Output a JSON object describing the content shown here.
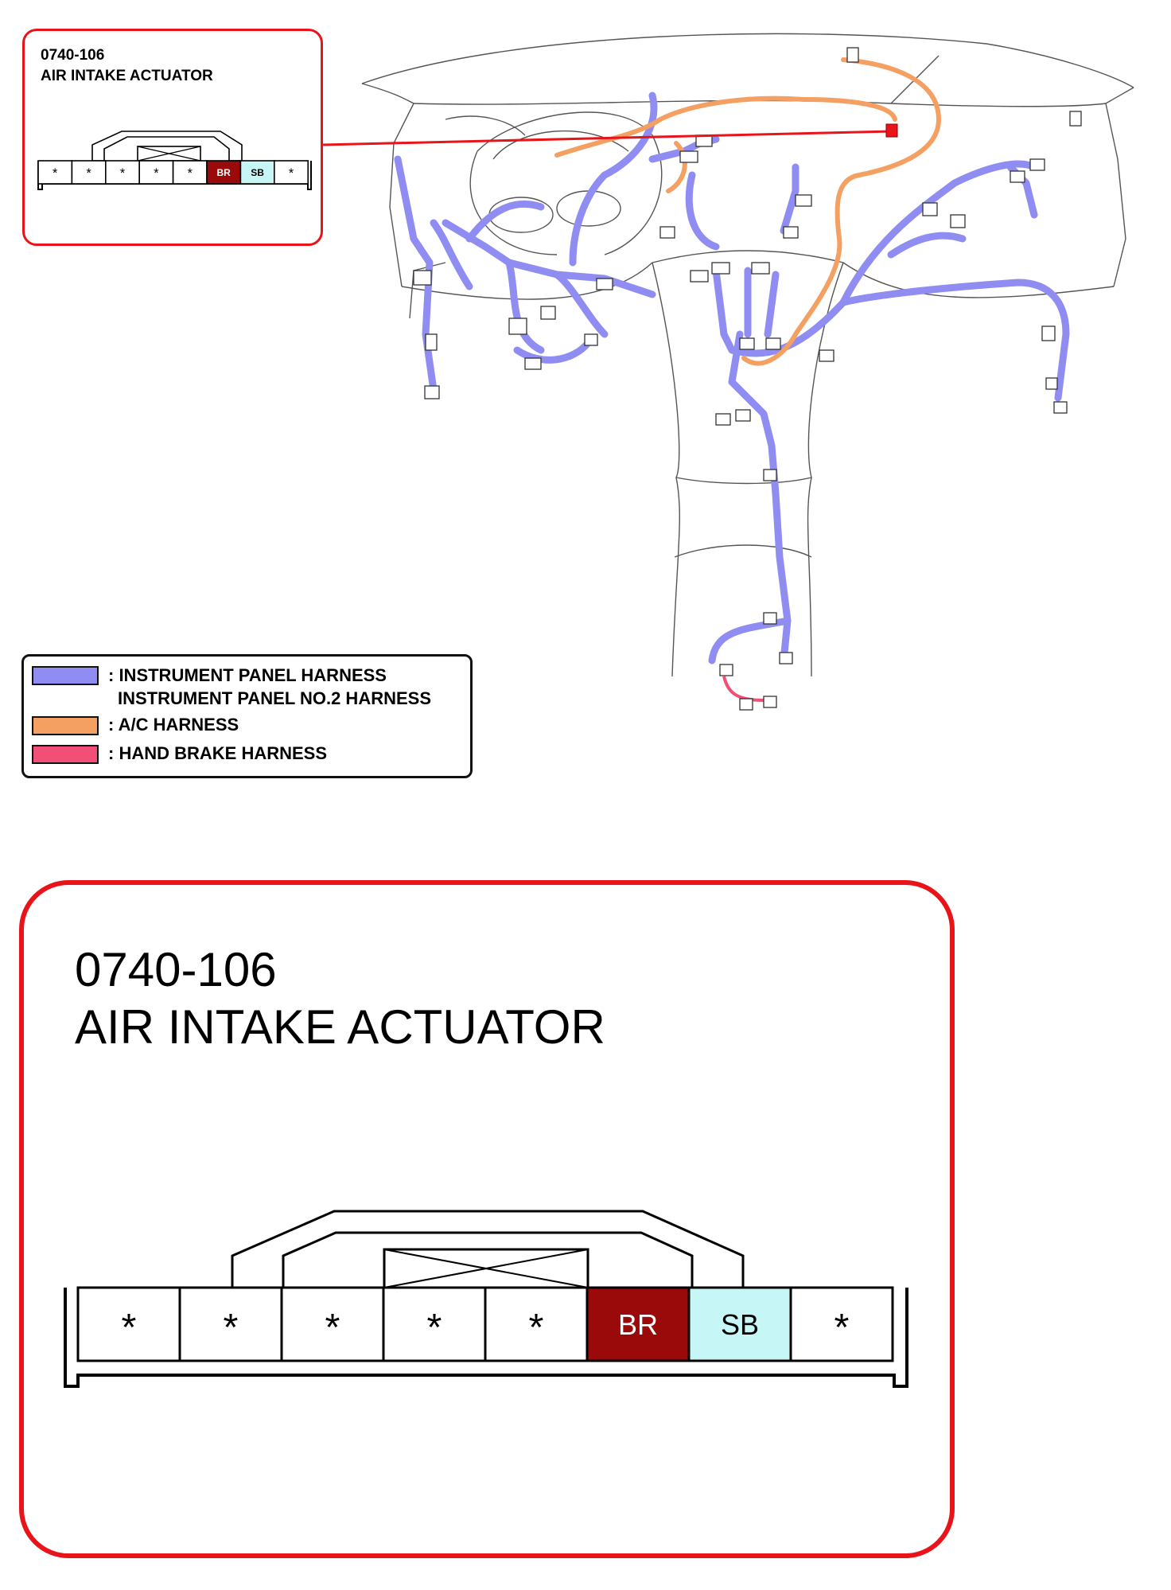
{
  "connector": {
    "code": "0740-106",
    "name": "AIR INTAKE ACTUATOR",
    "pins": [
      {
        "label": "*",
        "color": "#ffffff",
        "text_color": "#000000"
      },
      {
        "label": "*",
        "color": "#ffffff",
        "text_color": "#000000"
      },
      {
        "label": "*",
        "color": "#ffffff",
        "text_color": "#000000"
      },
      {
        "label": "*",
        "color": "#ffffff",
        "text_color": "#000000"
      },
      {
        "label": "*",
        "color": "#ffffff",
        "text_color": "#000000"
      },
      {
        "label": "BR",
        "color": "#9b0a0a",
        "text_color": "#ffffff"
      },
      {
        "label": "SB",
        "color": "#c7f6f6",
        "text_color": "#000000"
      },
      {
        "label": "*",
        "color": "#ffffff",
        "text_color": "#000000"
      }
    ]
  },
  "legend": {
    "items": [
      {
        "lines": [
          ": INSTRUMENT PANEL HARNESS",
          "INSTRUMENT PANEL NO.2 HARNESS"
        ],
        "color": "#8f8df2"
      },
      {
        "lines": [
          ": A/C HARNESS"
        ],
        "color": "#f5a063"
      },
      {
        "lines": [
          ": HAND BRAKE HARNESS"
        ],
        "color": "#f24f77"
      }
    ]
  },
  "colors": {
    "callout_border": "#e8141a",
    "pointer_line": "#e8141a",
    "connector_marker": "#e8141a",
    "dash_outline": "#555555",
    "ip_harness": "#8f8df2",
    "ac_harness": "#f5a063",
    "hand_brake_harness": "#f24f77"
  }
}
